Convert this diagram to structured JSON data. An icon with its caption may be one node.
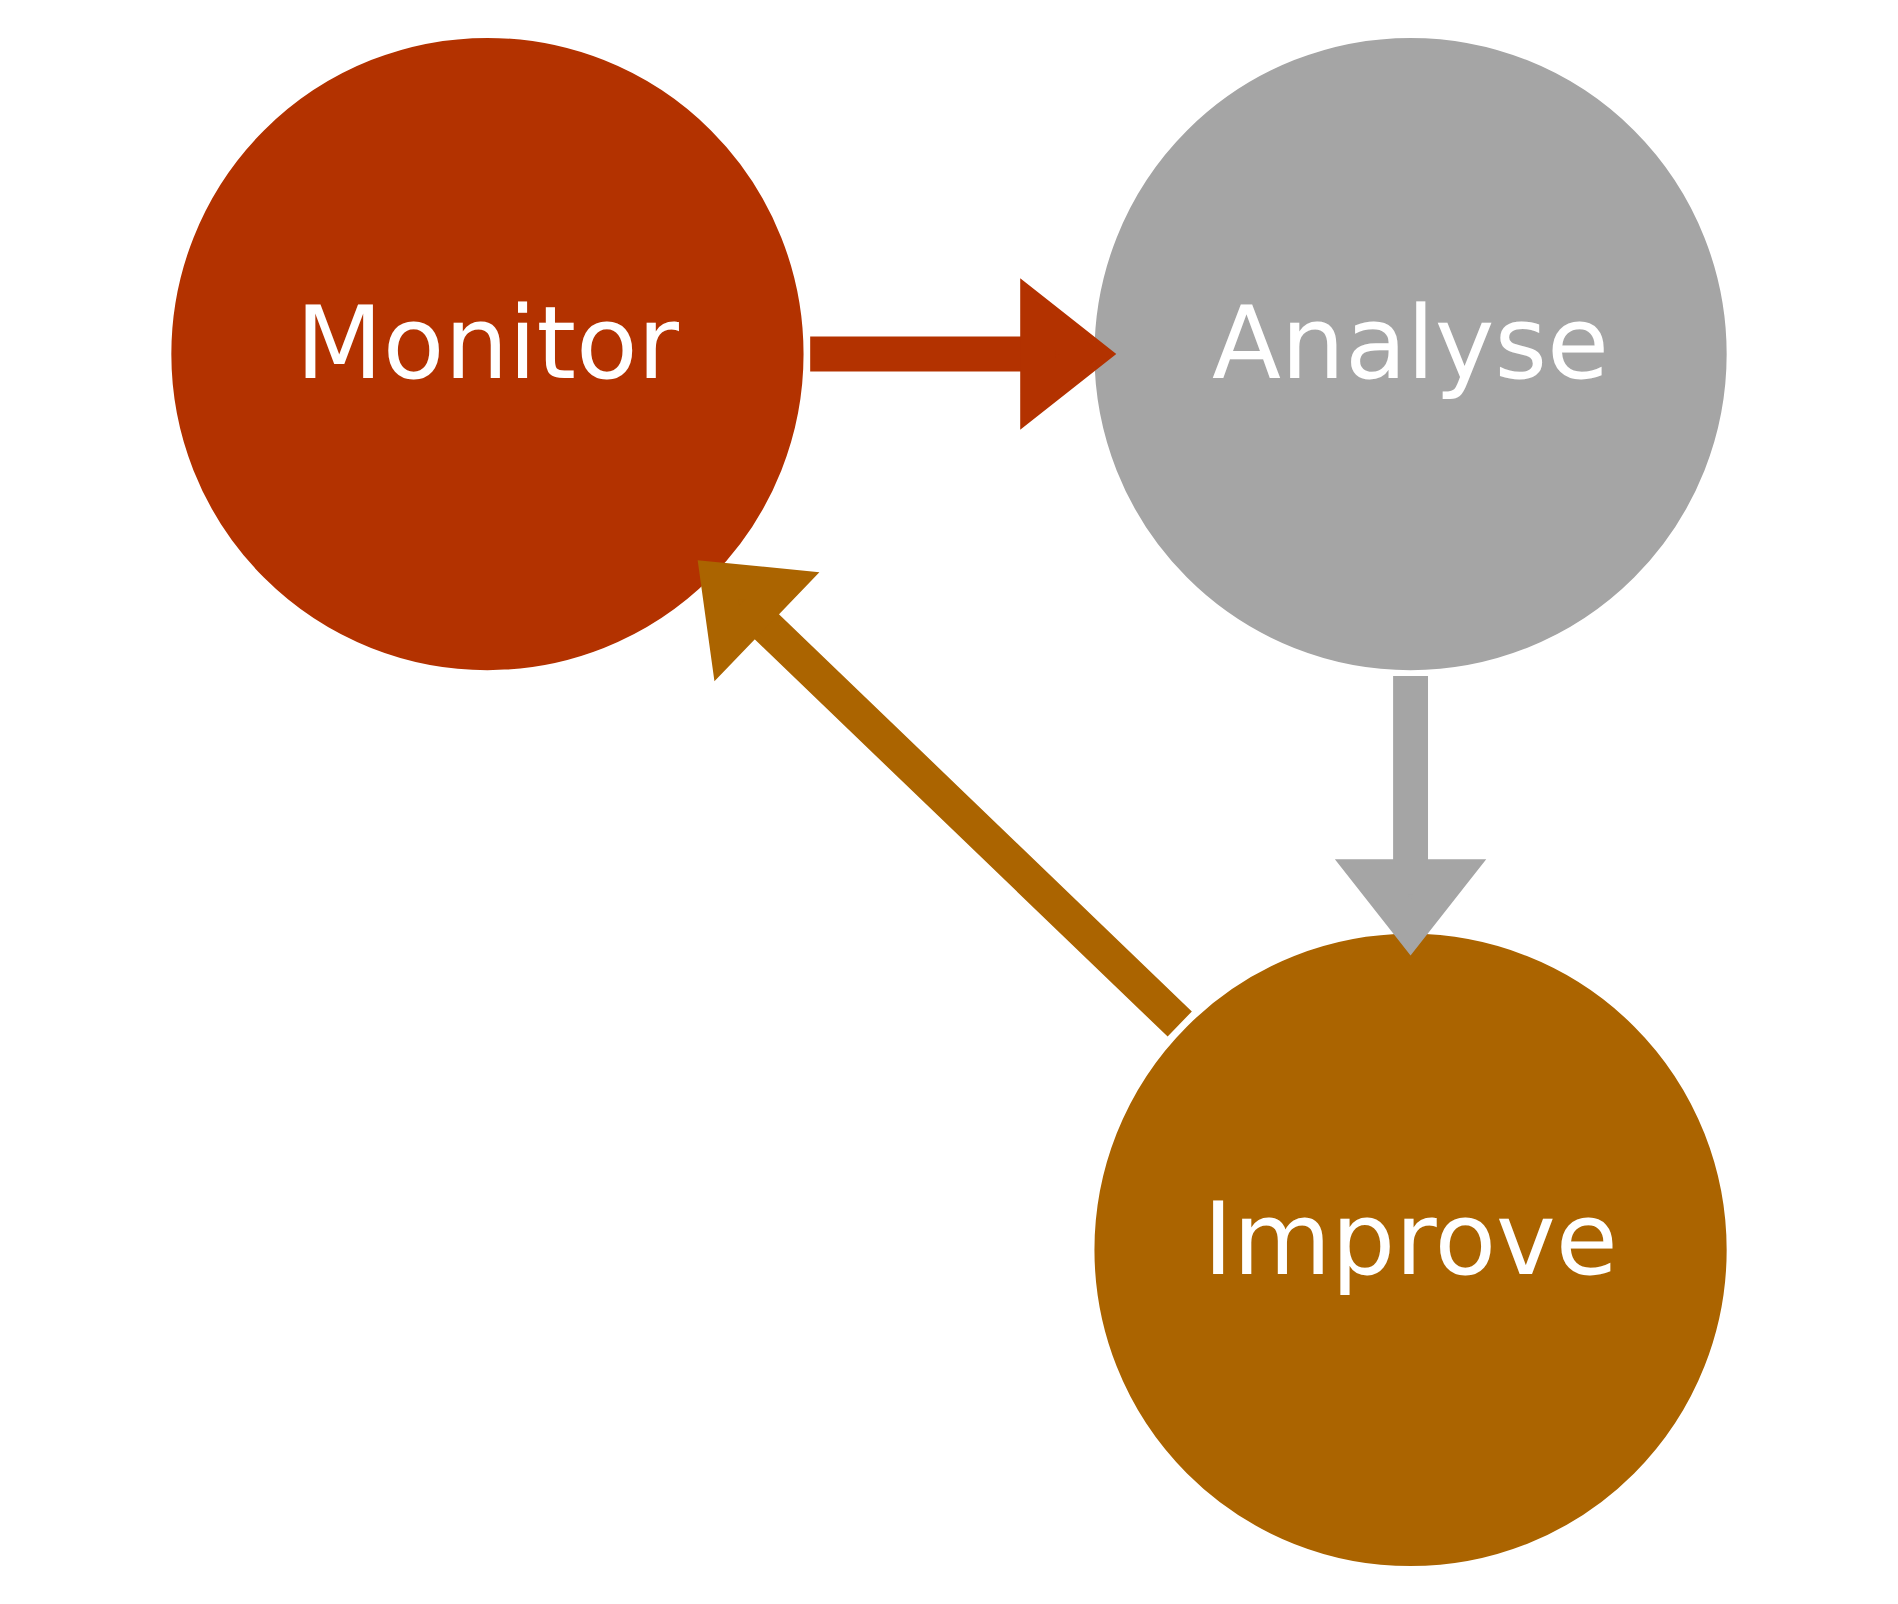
{
  "diagram": {
    "nodes": [
      {
        "text": [
          "Monitor"
        ]
      },
      {
        "text": [
          "Analyse"
        ]
      },
      {
        "text": [
          "Improve"
        ]
      }
    ],
    "edges": [
      {
        "from": 0,
        "to": 1,
        "arrow": "to",
        "color": "#b33200"
      },
      {
        "from": 1,
        "to": 2,
        "arrow": "to",
        "color": "#a5a5a5"
      },
      {
        "from": 2,
        "to": 0,
        "arrow": "to",
        "color": "#ab6400"
      }
    ]
  }
}
